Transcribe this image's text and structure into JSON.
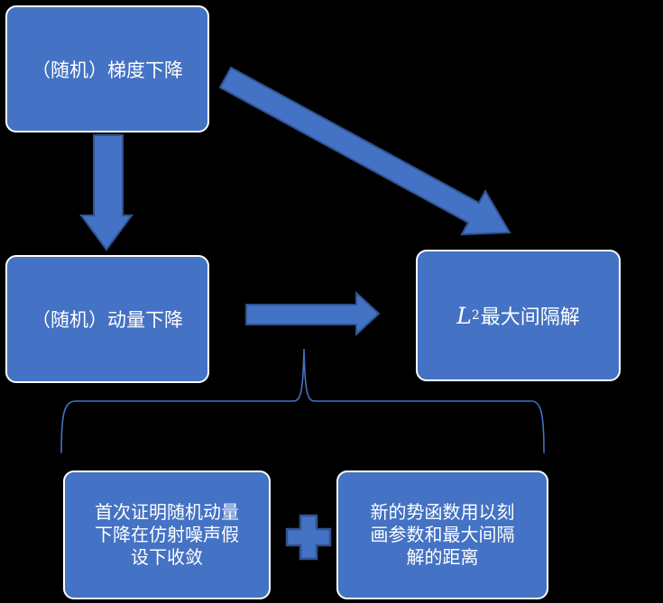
{
  "diagram": {
    "top_box": {
      "label": "（随机）梯度下降"
    },
    "mid_box": {
      "label": "（随机）动量下降"
    },
    "result_box": {
      "math_base": "L",
      "math_sup": "2",
      "suffix": "最大间隔解"
    },
    "bottom_left_box": {
      "lines": [
        "首次证明随机动量",
        "下降在仿射噪声假",
        "设下收敛"
      ]
    },
    "bottom_right_box": {
      "lines": [
        "新的势函数用以刻",
        "画参数和最大间隔",
        "解的距离"
      ]
    },
    "operator": "+"
  },
  "colors": {
    "background": "#000000",
    "box_fill": "#4472C4",
    "box_border": "#FFFFFF",
    "box_text": "#FFFFFF",
    "arrow_fill": "#4472C4",
    "arrow_stroke": "#2F528F",
    "brace_stroke": "#4472C4"
  }
}
